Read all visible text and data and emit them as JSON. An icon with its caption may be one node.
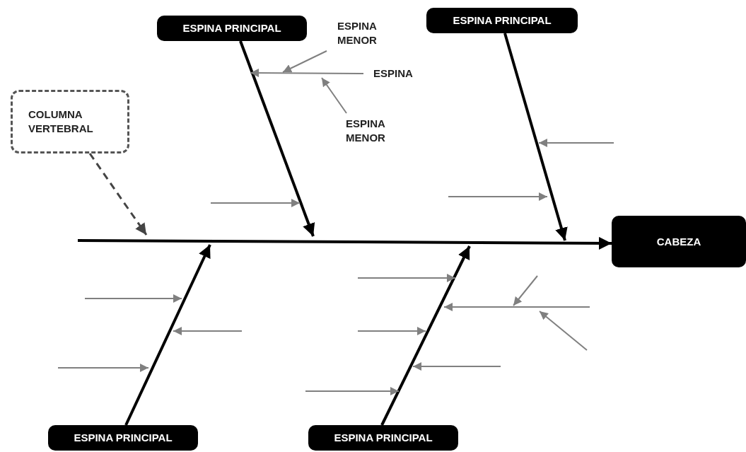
{
  "diagram": {
    "nodes": [
      {
        "text": [
          "ESPINA PRINCIPAL"
        ]
      },
      {
        "text": [
          "ESPINA MENOR"
        ]
      },
      {
        "text": [
          "ESPINA PRINCIPAL"
        ]
      },
      {
        "text": [
          "ESPINA"
        ]
      },
      {
        "text": [
          "COLUMNA VERTEBRAL"
        ]
      },
      {
        "text": [
          "ESPINA MENOR"
        ]
      },
      {
        "text": [
          "CABEZA"
        ]
      },
      {
        "text": [
          "ESPINA PRINCIPAL"
        ]
      },
      {
        "text": [
          "ESPINA PRINCIPAL"
        ]
      }
    ],
    "edges": [
      {
        "from": null,
        "to": 6,
        "arrow": "to"
      },
      {
        "from": 0,
        "to": null,
        "arrow": "to"
      },
      {
        "from": 2,
        "to": null,
        "arrow": "to"
      },
      {
        "from": 7,
        "to": null,
        "arrow": "to"
      },
      {
        "from": 8,
        "to": null,
        "arrow": "to"
      },
      {
        "from": 4,
        "to": null,
        "arrow": "to",
        "style": "dashed",
        "color": "#444444"
      },
      {
        "from": 3,
        "to": null,
        "arrow": "to",
        "color": "#808080"
      },
      {
        "from": 1,
        "to": null,
        "arrow": "to",
        "color": "#808080"
      },
      {
        "from": 5,
        "to": null,
        "arrow": "to",
        "color": "#808080"
      }
    ]
  }
}
